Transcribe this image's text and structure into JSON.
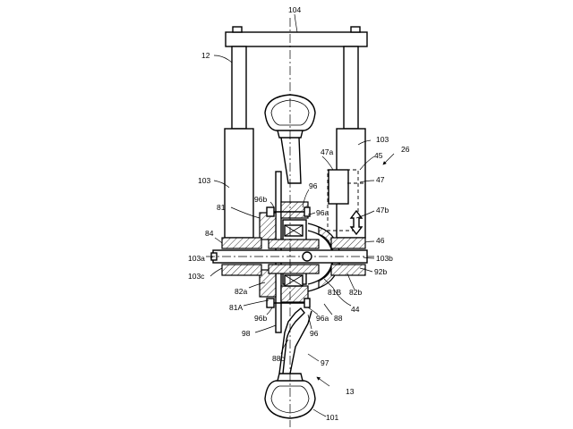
{
  "labels": {
    "l104": "104",
    "l12": "12",
    "l103_left": "103",
    "l103_right": "103",
    "l26": "26",
    "l45": "45",
    "l47a": "47a",
    "l47": "47",
    "l47b": "47b",
    "l46": "46",
    "l96b_top": "96b",
    "l96_top": "96",
    "l96a_top": "96a",
    "l81": "81",
    "l84": "84",
    "l103a": "103a",
    "l103c": "103c",
    "l103b": "103b",
    "l92b": "92b",
    "l82b": "82b",
    "l81B": "81B",
    "l82a": "82a",
    "l81A": "81A",
    "l44": "44",
    "l96b_bot": "96b",
    "l96a_bot": "96a",
    "l88": "88",
    "l98": "98",
    "l96_bot": "96",
    "l88c": "88c",
    "l97": "97",
    "l13": "13",
    "l101": "101"
  }
}
